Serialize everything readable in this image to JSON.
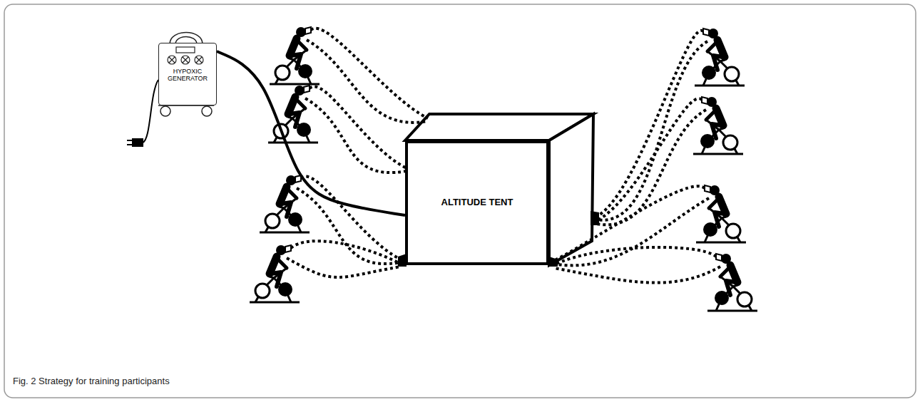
{
  "diagram": {
    "caption": "Fig. 2 Strategy for training participants",
    "nodes": [
      {
        "text": [
          "HYPOXIC GENERATOR"
        ]
      },
      {
        "text": [
          "ALTITUDE TENT"
        ]
      }
    ],
    "edges": [
      {
        "from": 0,
        "to": 1,
        "arrow": "none"
      }
    ]
  }
}
